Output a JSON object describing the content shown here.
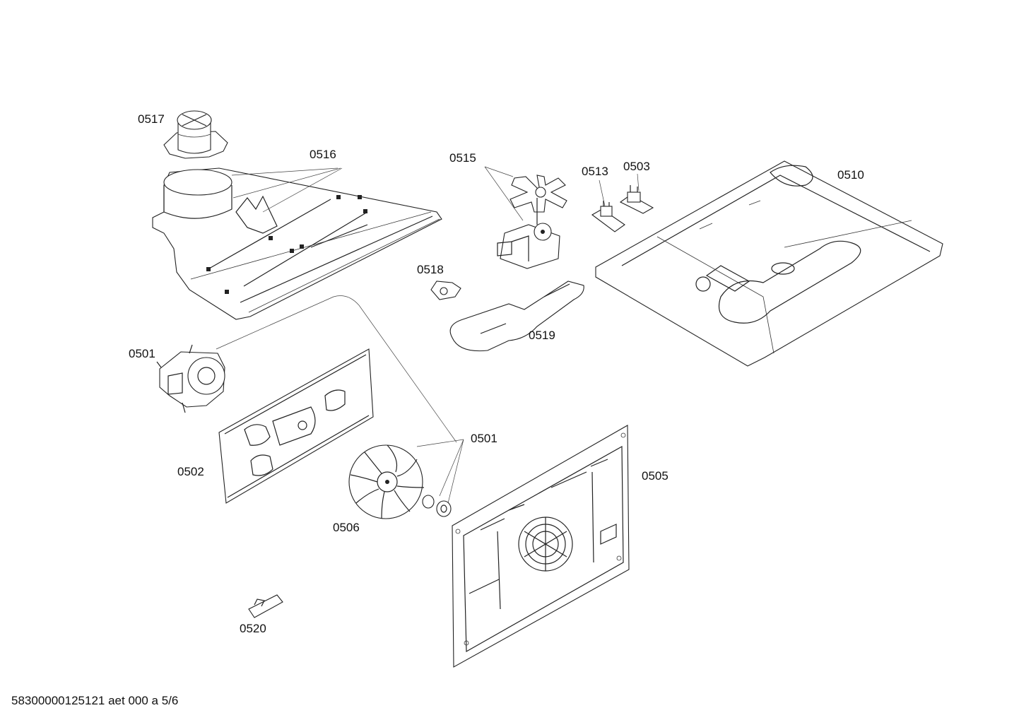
{
  "parts": [
    {
      "id": "p0517",
      "label": "0517"
    },
    {
      "id": "p0516",
      "label": "0516"
    },
    {
      "id": "p0515",
      "label": "0515"
    },
    {
      "id": "p0513",
      "label": "0513"
    },
    {
      "id": "p0503",
      "label": "0503"
    },
    {
      "id": "p0510",
      "label": "0510"
    },
    {
      "id": "p0518",
      "label": "0518"
    },
    {
      "id": "p0519",
      "label": "0519"
    },
    {
      "id": "p0501a",
      "label": "0501"
    },
    {
      "id": "p0501b",
      "label": "0501"
    },
    {
      "id": "p0502",
      "label": "0502"
    },
    {
      "id": "p0505",
      "label": "0505"
    },
    {
      "id": "p0506",
      "label": "0506"
    },
    {
      "id": "p0520",
      "label": "0520"
    }
  ],
  "footer": "58300000125121 aet 000 a 5/6"
}
